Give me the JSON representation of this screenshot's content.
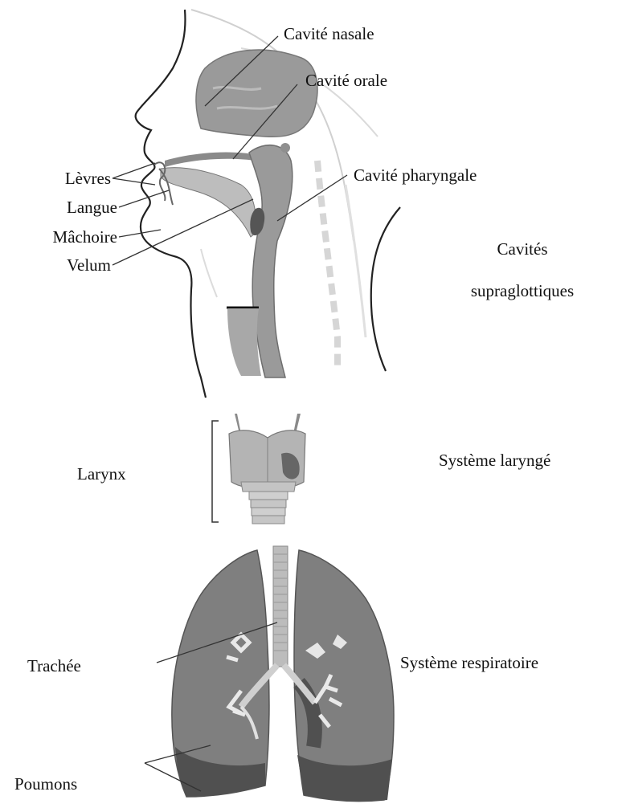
{
  "labels": {
    "cavite_nasale": "Cavité nasale",
    "cavite_orale": "Cavité orale",
    "cavite_pharyngale": "Cavité pharyngale",
    "levres": "Lèvres",
    "langue": "Langue",
    "machoire": "Mâchoire",
    "velum": "Velum",
    "cavites_line1": "Cavités",
    "cavites_line2": "supraglottiques",
    "larynx": "Larynx",
    "systeme_larynge": "Système laryngé",
    "trachee": "Trachée",
    "systeme_respiratoire": "Système respiratoire",
    "poumons": "Poumons"
  },
  "colors": {
    "tissue": "#9a9a9a",
    "tissue_dark": "#6e6e6e",
    "lung": "#7f7f7f",
    "lung_dark": "#505050",
    "line": "#333333",
    "faint": "#c8c8c8"
  }
}
